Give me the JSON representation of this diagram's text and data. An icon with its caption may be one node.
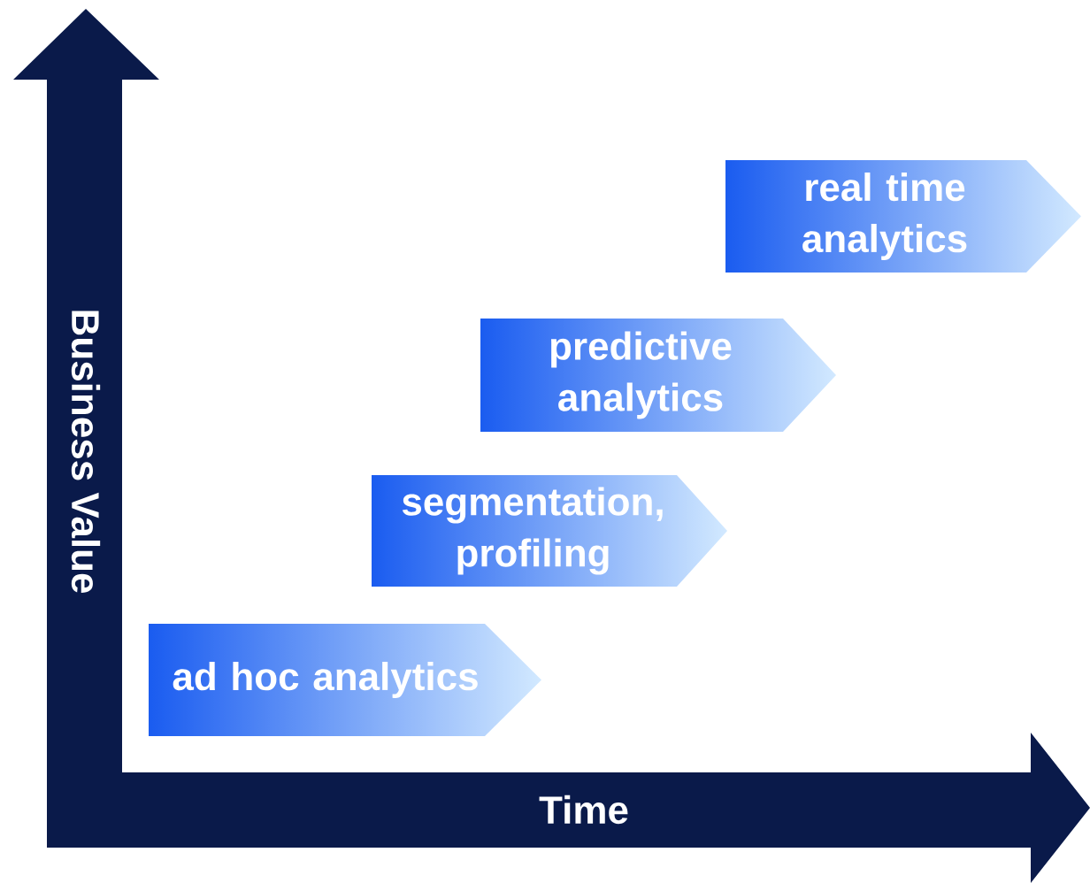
{
  "diagram": {
    "nodes": [
      {
        "text": [
          "ad hoc analytics"
        ]
      },
      {
        "text": [
          "segmentation, profiling"
        ]
      },
      {
        "text": [
          "predictive analytics"
        ]
      },
      {
        "text": [
          "real time analytics"
        ]
      }
    ],
    "labels": [
      "Business Value",
      "Time"
    ]
  }
}
